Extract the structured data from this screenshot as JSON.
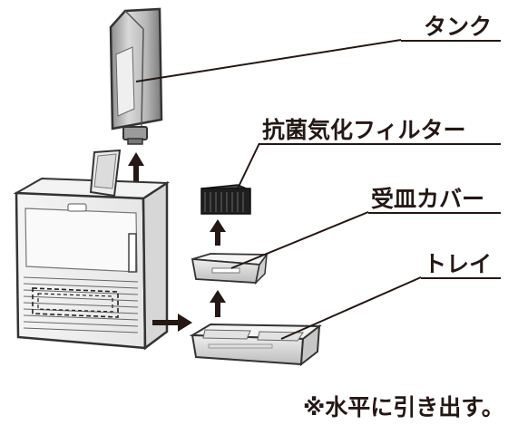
{
  "labels": {
    "tank": "タンク",
    "filter": "抗菌気化フィルター",
    "cover": "受皿カバー",
    "tray": "トレイ"
  },
  "note": "※水平に引き出す。"
}
